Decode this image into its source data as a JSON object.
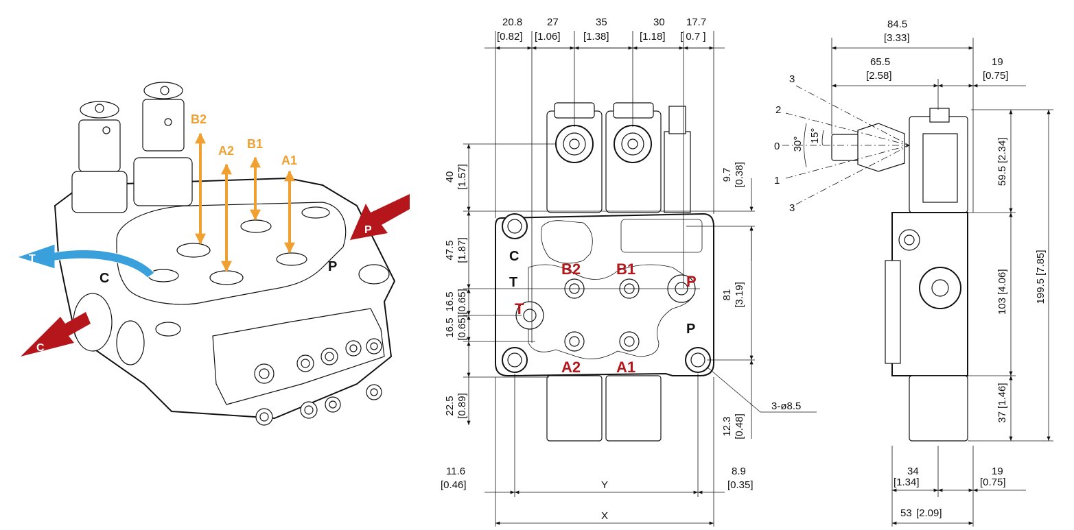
{
  "iso_view": {
    "arrow_labels": [
      "B2",
      "A2",
      "B1",
      "A1"
    ],
    "flow_labels": {
      "tank": "T",
      "cylinder": "C",
      "pressure": "P"
    },
    "body_letters": {
      "c": "C",
      "p": "P"
    }
  },
  "front_view": {
    "top_dims": [
      {
        "mm": "20.8",
        "in": "[0.82]"
      },
      {
        "mm": "27",
        "in": "[1.06]"
      },
      {
        "mm": "35",
        "in": "[1.38]"
      },
      {
        "mm": "30",
        "in": "[1.18]"
      },
      {
        "mm": "17.7",
        "in": "[ 0.7 ]"
      }
    ],
    "left_dims": [
      {
        "mm": "40",
        "in": "[1.57]"
      },
      {
        "mm": "47.5",
        "in": "[1.87]"
      },
      {
        "mm": "16.5",
        "in": "[0.65]"
      },
      {
        "mm": "16.5",
        "in": "[0.65]"
      },
      {
        "mm": "22.5",
        "in": "[0.89]"
      }
    ],
    "right_dims": [
      {
        "mm": "9.7",
        "in": "[0.38]"
      },
      {
        "mm": "81",
        "in": "[3.19]"
      },
      {
        "mm": "12.3",
        "in": "[0.48]"
      }
    ],
    "port_labels": {
      "b2": "B2",
      "b1": "B1",
      "p": "P",
      "t": "T",
      "a2": "A2",
      "a1": "A1"
    },
    "plain_labels": {
      "c": "C",
      "t": "T",
      "p": "P"
    },
    "hole_callout": "3-ø8.5",
    "bottom_dims": {
      "left": {
        "mm": "11.6",
        "in": "[0.46]"
      },
      "right": {
        "mm": "8.9",
        "in": "[0.35]"
      },
      "y": "Y",
      "x": "X"
    }
  },
  "side_view": {
    "top_dims": [
      {
        "mm": "84.5",
        "in": "[3.33]"
      },
      {
        "mm": "65.5",
        "in": "[2.58]"
      },
      {
        "mm": "19",
        "in": "[0.75]"
      }
    ],
    "lever_positions": [
      "3",
      "2",
      "0",
      "1",
      "3"
    ],
    "angles": [
      "30°",
      "15°"
    ],
    "right_dims": [
      {
        "mm": "59.5",
        "in": "[2.34]"
      },
      {
        "mm": "103",
        "in": "[4.06]"
      },
      {
        "mm": "37",
        "in": "[1.46]"
      },
      {
        "mm": "199.5",
        "in": "[7.85]"
      }
    ],
    "bottom_dims": [
      {
        "mm": "34",
        "in": "[1.34]"
      },
      {
        "mm": "19",
        "in": "[0.75]"
      },
      {
        "mm": "53",
        "in": "[2.09]"
      }
    ]
  },
  "colors": {
    "orange": "#f0a030",
    "red": "#b4161b",
    "blue": "#3aa0dc",
    "line": "#111111"
  }
}
